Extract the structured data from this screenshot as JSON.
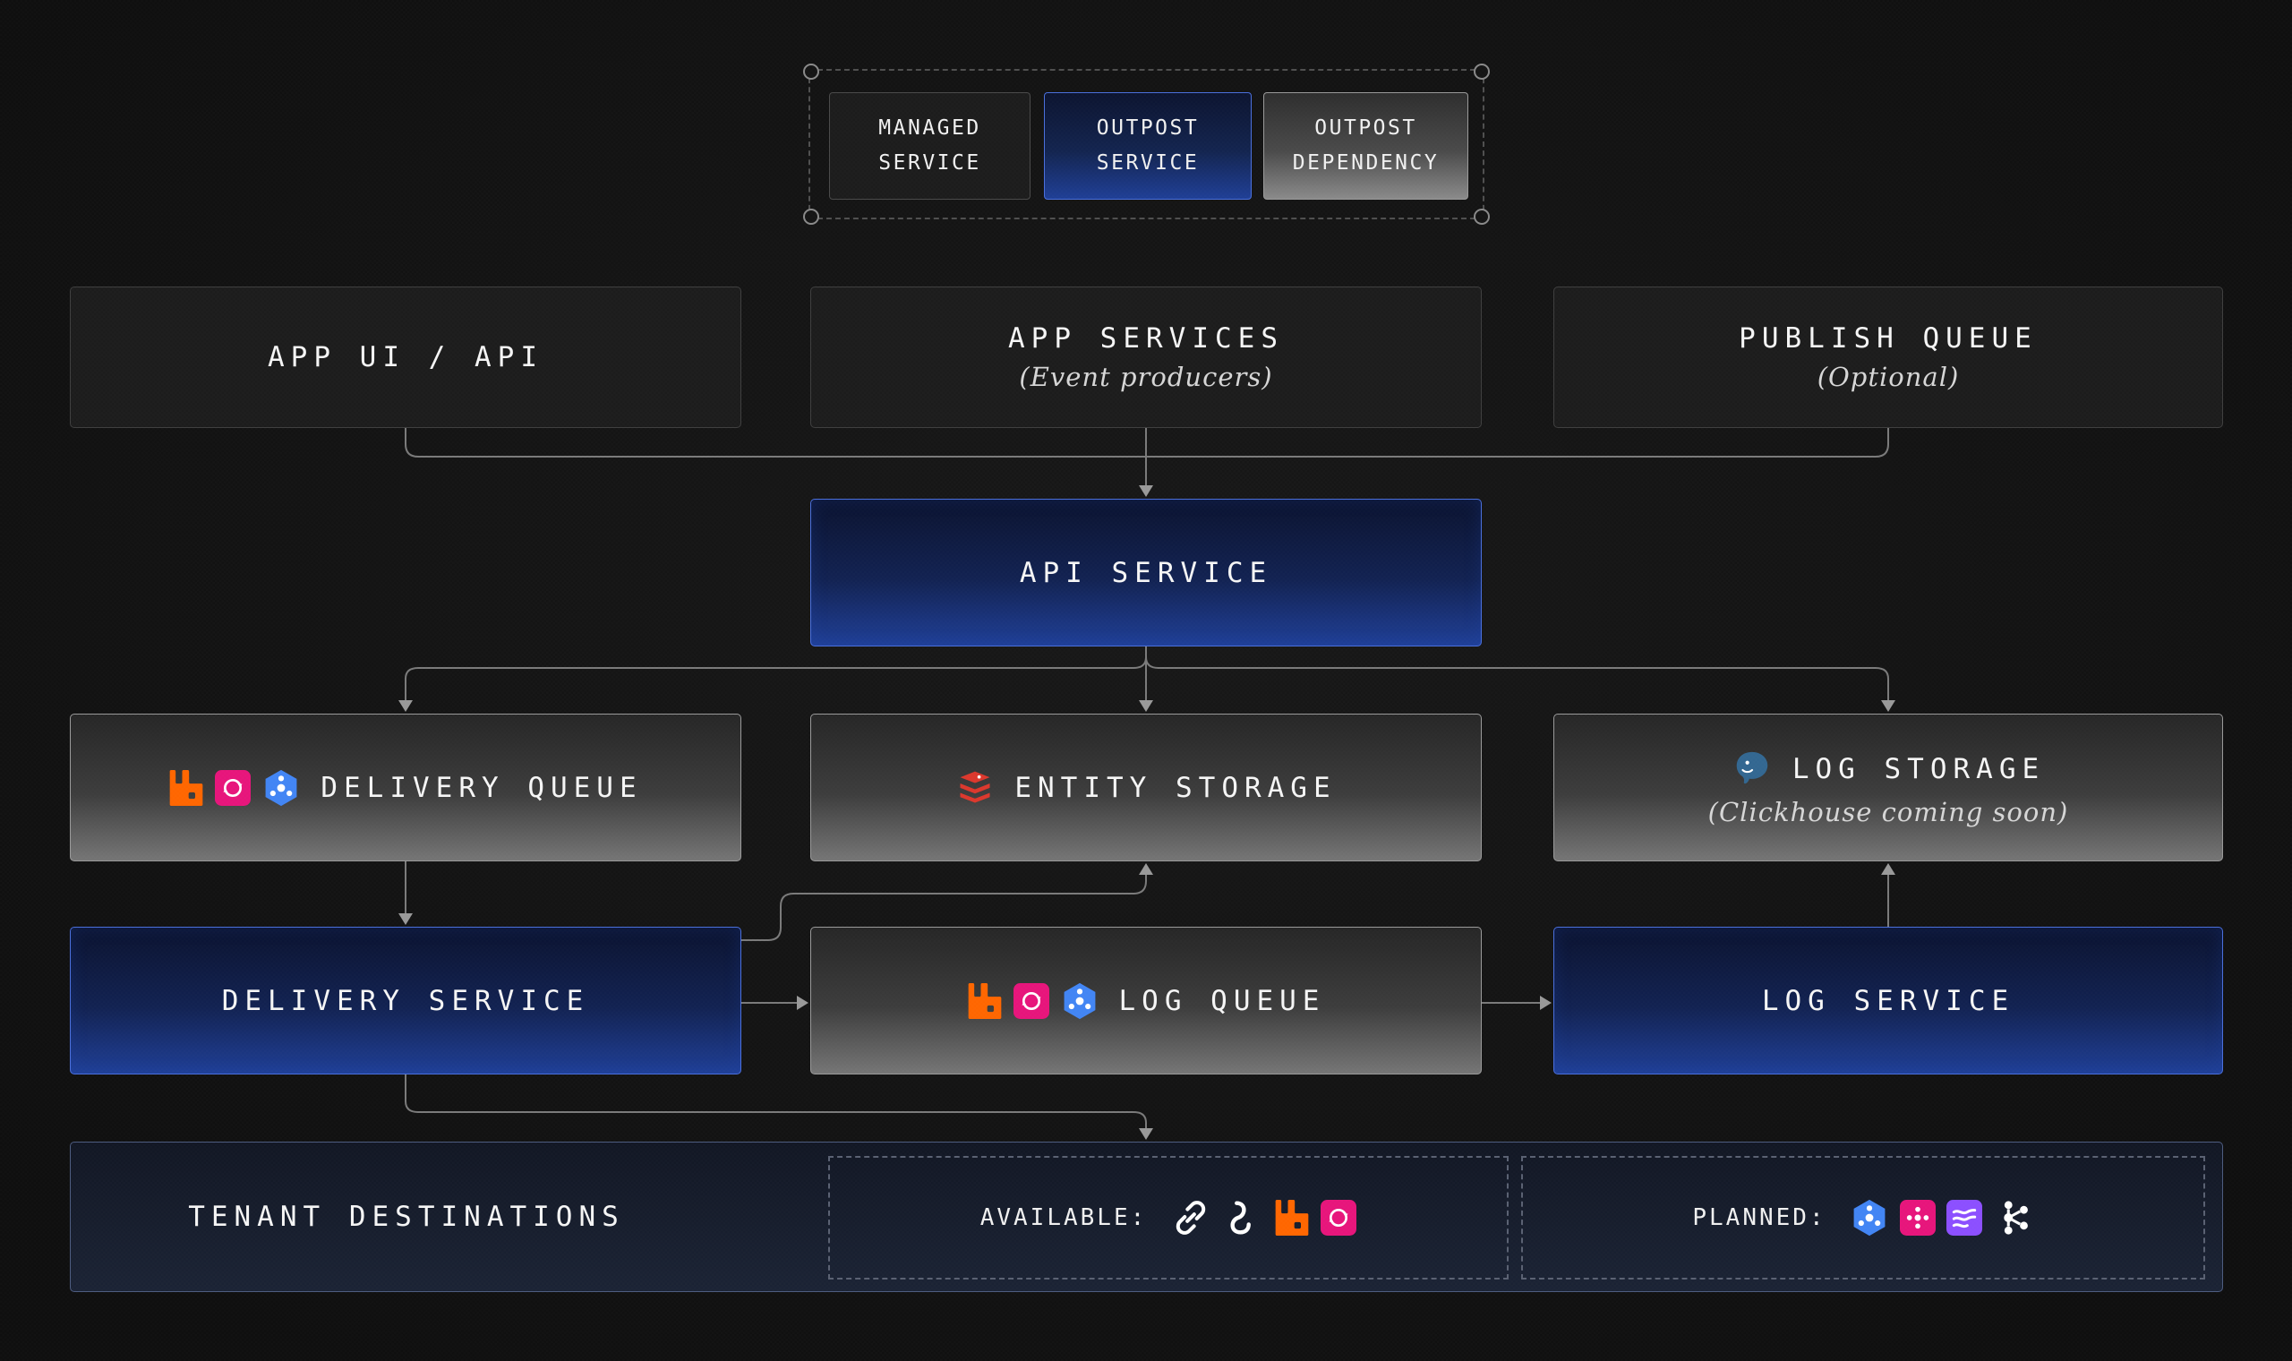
{
  "colors": {
    "background": "#141414",
    "accent_blue": "#1f3f96",
    "arrow_gray": "#7a7a7a",
    "rabbitmq_orange": "#ff6600",
    "sqs_pink": "#e7157b",
    "eventbridge_pink": "#e7157b",
    "pubsub_blue": "#4285f4",
    "redis_red": "#dc382d",
    "postgresql_blue": "#336791",
    "kinesis_purple": "#8c4fff"
  },
  "legend": {
    "items": [
      {
        "label": "MANAGED SERVICE",
        "style": "dark"
      },
      {
        "label": "OUTPOST SERVICE",
        "style": "blue"
      },
      {
        "label": "OUTPOST DEPENDENCY",
        "style": "gray"
      }
    ]
  },
  "nodes": {
    "app_ui_api": {
      "title": "APP UI / API"
    },
    "app_services": {
      "title": "APP SERVICES",
      "subtitle": "(Event producers)"
    },
    "publish_queue": {
      "title": "PUBLISH QUEUE",
      "subtitle": "(Optional)"
    },
    "api_service": {
      "title": "API SERVICE"
    },
    "delivery_queue": {
      "title": "DELIVERY QUEUE",
      "icons": [
        "rabbitmq",
        "sqs",
        "pubsub"
      ]
    },
    "entity_storage": {
      "title": "ENTITY STORAGE",
      "icons": [
        "redis"
      ]
    },
    "log_storage": {
      "title": "LOG STORAGE",
      "subtitle": "(Clickhouse coming soon)",
      "icons": [
        "postgresql"
      ]
    },
    "delivery_service": {
      "title": "DELIVERY SERVICE"
    },
    "log_queue": {
      "title": "LOG QUEUE",
      "icons": [
        "rabbitmq",
        "sqs",
        "pubsub"
      ]
    },
    "log_service": {
      "title": "LOG SERVICE"
    },
    "tenant_destinations": {
      "title": "TENANT DESTINATIONS"
    }
  },
  "destinations": {
    "available": {
      "label": "AVAILABLE:",
      "icons": [
        "webhook",
        "hookdeck",
        "rabbitmq",
        "sqs"
      ]
    },
    "planned": {
      "label": "PLANNED:",
      "icons": [
        "pubsub",
        "eventbridge",
        "kinesis",
        "kafka"
      ]
    }
  }
}
